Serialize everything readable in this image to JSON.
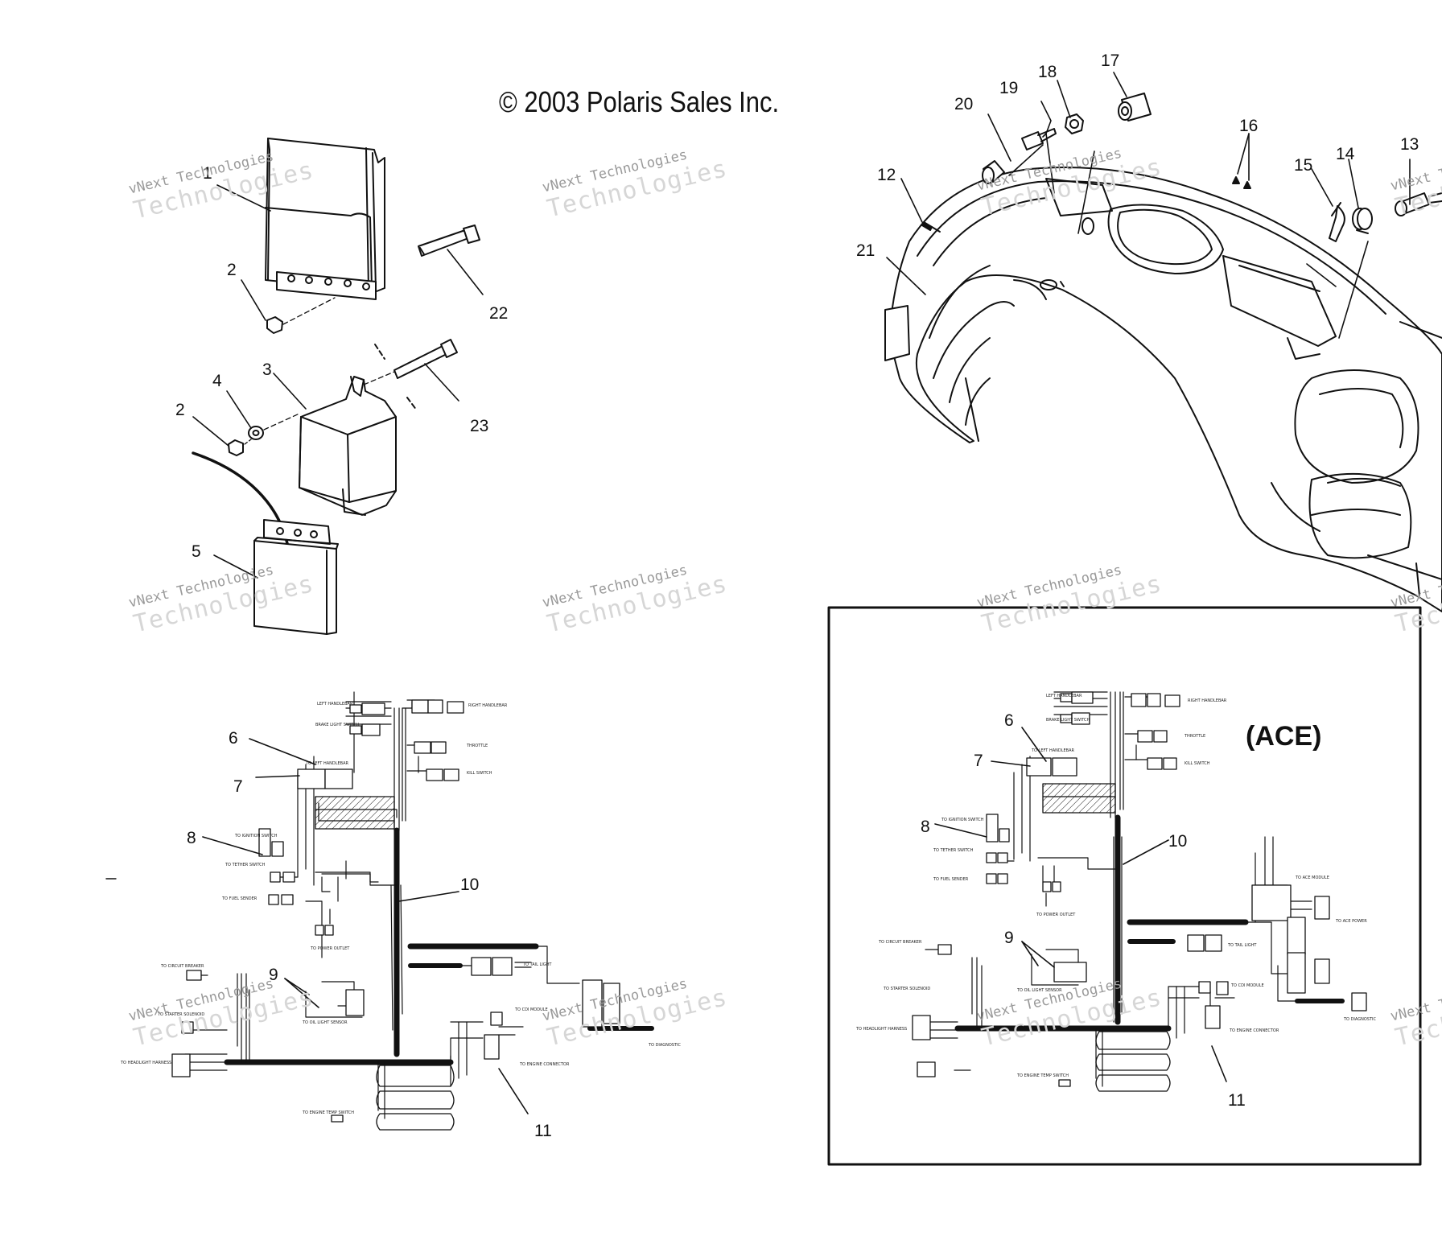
{
  "copyright": "© 2003 Polaris Sales Inc.",
  "inset_label": "(ACE)",
  "watermark": {
    "line1": "vNext Technologies",
    "line2": "Technologies"
  },
  "callouts": {
    "c1": "1",
    "c2a": "2",
    "c2b": "2",
    "c3": "3",
    "c4": "4",
    "c5": "5",
    "c6": "6",
    "c7": "7",
    "c8": "8",
    "c9": "9",
    "c10": "10",
    "c11": "11",
    "c12": "12",
    "c13": "13",
    "c14": "14",
    "c15": "15",
    "c16": "16",
    "c17": "17",
    "c18": "18",
    "c19": "19",
    "c20": "20",
    "c21": "21",
    "c22": "22",
    "c23": "23",
    "i6": "6",
    "i7": "7",
    "i8": "8",
    "i9": "9",
    "i10": "10",
    "i11": "11"
  },
  "wiring_labels": {
    "left_handlebar": "LEFT HANDLEBAR",
    "right_handlebar": "RIGHT HANDLEBAR",
    "brake_light_switch": "BRAKE LIGHT SWITCH",
    "throttle": "THROTTLE",
    "kill_switch": "KILL SWITCH",
    "to_left_handlebar": "TO LEFT HANDLEBAR",
    "to_ignition_switch": "TO IGNITION SWITCH",
    "to_tether_switch": "TO TETHER SWITCH",
    "to_fuel_sender": "TO FUEL SENDER",
    "to_power_outlet": "TO POWER OUTLET",
    "to_circuit_breaker": "TO CIRCUIT BREAKER",
    "to_starter_solenoid": "TO STARTER SOLENOID",
    "to_headlight_harness": "TO HEADLIGHT HARNESS",
    "to_oil_light_sensor": "TO OIL LIGHT SENSOR",
    "to_tail_light": "TO TAIL LIGHT",
    "to_cdi_module": "TO CDI MODULE",
    "to_diagnostic": "TO DIAGNOSTIC",
    "to_engine_connector": "TO ENGINE CONNECTOR",
    "to_engine_temp_switch": "TO ENGINE TEMP SWITCH",
    "to_ace_module": "TO ACE MODULE",
    "to_ace_power": "TO ACE POWER"
  }
}
